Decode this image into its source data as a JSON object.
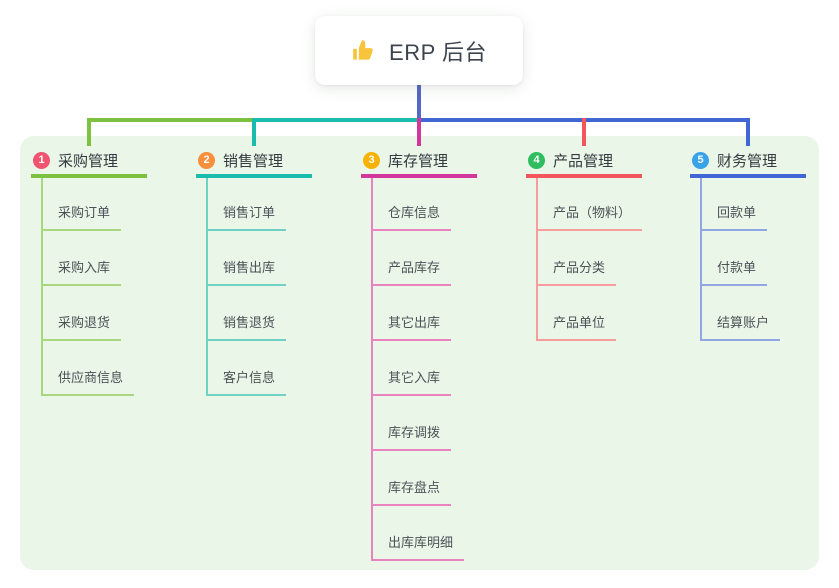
{
  "root": {
    "title": "ERP 后台",
    "icon": "thumbs-up-icon"
  },
  "branches": [
    {
      "num": "1",
      "label": "采购管理",
      "badge_color": "#f0546e",
      "line_color": "#7cc240",
      "child_line_color": "#a8d77e",
      "children": [
        "采购订单",
        "采购入库",
        "采购退货",
        "供应商信息"
      ]
    },
    {
      "num": "2",
      "label": "销售管理",
      "badge_color": "#f78f3c",
      "line_color": "#1abcae",
      "child_line_color": "#6fd1c4",
      "children": [
        "销售订单",
        "销售出库",
        "销售退货",
        "客户信息"
      ]
    },
    {
      "num": "3",
      "label": "库存管理",
      "badge_color": "#f8b202",
      "line_color": "#d2389c",
      "child_line_color": "#e983bf",
      "children": [
        "仓库信息",
        "产品库存",
        "其它出库",
        "其它入库",
        "库存调拨",
        "库存盘点",
        "出库库明细"
      ]
    },
    {
      "num": "4",
      "label": "产品管理",
      "badge_color": "#2fbd60",
      "line_color": "#f4565c",
      "child_line_color": "#f79e9c",
      "children": [
        "产品（物料）",
        "产品分类",
        "产品单位"
      ]
    },
    {
      "num": "5",
      "label": "财务管理",
      "badge_color": "#38a3e8",
      "line_color": "#4166d6",
      "child_line_color": "#90a7e4",
      "children": [
        "回款单",
        "付款单",
        "结算账户"
      ]
    }
  ],
  "colors": {
    "canvas_bg": "#ffffff",
    "panel_bg": "#eaf6e8",
    "root_connector": "#5567c8",
    "root_text": "#3d444e",
    "branch_text": "#343a40",
    "child_text": "#4c5257",
    "thumb_icon": "#f8c43c"
  }
}
